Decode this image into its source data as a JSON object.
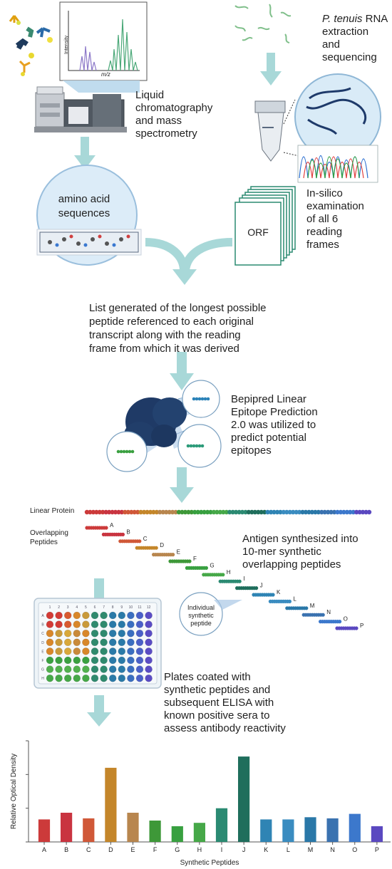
{
  "panels": {
    "lcms": {
      "label_lines": [
        "Liquid",
        "chromatography",
        "and mass",
        "spectrometry"
      ],
      "spectrum_y_axis": "Intensity",
      "spectrum_x_axis": "m/z"
    },
    "rna": {
      "label_species": "P. tenuis",
      "label_lines": [
        "RNA",
        "extraction",
        "and",
        "sequencing"
      ]
    },
    "amino": {
      "label_lines": [
        "amino acid",
        "sequences"
      ]
    },
    "orf": {
      "card_label": "ORF",
      "label_lines": [
        "In-silico",
        "examination",
        "of all 6",
        "reading",
        "frames"
      ]
    },
    "list_text": [
      "List generated of the longest possible",
      "peptide referenced to each original",
      "transcript along with the reading",
      "frame from which it was derived"
    ],
    "bepipred": {
      "label_lines": [
        "Bepipred Linear",
        "Epitope Prediction",
        "2.0 was utilized to",
        "predict potential",
        "epitopes"
      ]
    },
    "peptides": {
      "linear_protein_label": "Linear Protein",
      "overlapping_label_lines": [
        "Overlapping",
        "Peptides"
      ],
      "letters": [
        "A",
        "B",
        "C",
        "D",
        "E",
        "F",
        "G",
        "H",
        "I",
        "J",
        "K",
        "L",
        "M",
        "N",
        "O",
        "P"
      ],
      "antigen_lines": [
        "Antigen synthesized into",
        "10-mer synthetic",
        "overlapping peptides"
      ],
      "individual_lines": [
        "Individual",
        "synthetic",
        "peptide"
      ]
    },
    "plate": {
      "col_numbers": [
        "1",
        "2",
        "3",
        "4",
        "5",
        "6",
        "7",
        "8",
        "9",
        "10",
        "11",
        "12"
      ],
      "row_letters": [
        "A",
        "B",
        "C",
        "D",
        "E",
        "F",
        "G",
        "H"
      ],
      "label_lines": [
        "Plates coated with",
        "synthetic peptides and",
        "subsequent ELISA with",
        "known positive sera to",
        "assess antibody reactivity"
      ]
    }
  },
  "chart_data": {
    "type": "bar",
    "categories": [
      "A",
      "B",
      "C",
      "D",
      "E",
      "F",
      "G",
      "H",
      "I",
      "J",
      "K",
      "L",
      "M",
      "N",
      "O",
      "P"
    ],
    "values": [
      1.0,
      1.3,
      1.05,
      3.3,
      1.3,
      0.95,
      0.7,
      0.85,
      1.5,
      3.8,
      1.0,
      1.0,
      1.1,
      1.05,
      1.25,
      0.7
    ],
    "colors": [
      "#cc3a3a",
      "#c93440",
      "#d05838",
      "#c4862a",
      "#b8864e",
      "#3e9838",
      "#38a040",
      "#46a848",
      "#2b8a72",
      "#1f6e5c",
      "#2f84b4",
      "#3a8cc0",
      "#2a78a8",
      "#3a72b0",
      "#3c78cc",
      "#5a48c0"
    ],
    "xlabel": "Synthetic Peptides",
    "ylabel": "Relative Optical Density",
    "ylim": [
      0,
      4.5
    ],
    "grid": false
  }
}
